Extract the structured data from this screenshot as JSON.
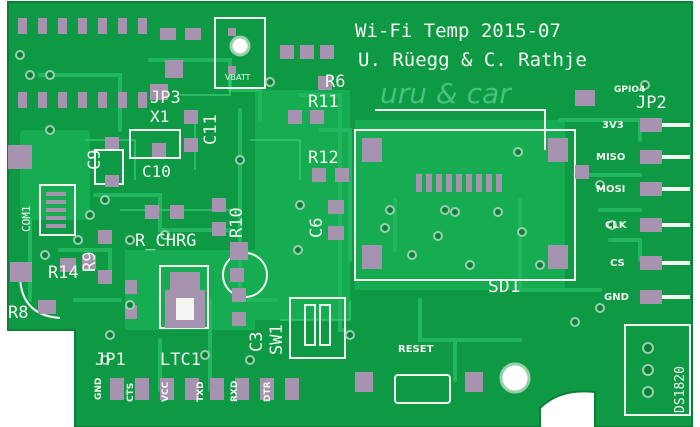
{
  "header": {
    "title": "Wi-Fi Temp 2015-07",
    "authors": "U. Rüegg & C. Rathje",
    "logo_text": "uru & car"
  },
  "labels": {
    "jp3": "JP3",
    "x1": "X1",
    "c11": "C11",
    "c9": "C9",
    "c10": "C10",
    "r6": "R6",
    "r11": "R11",
    "r12": "R12",
    "c6": "C6",
    "r10": "R10",
    "r_chrg": "R_CHRG",
    "r9": "R9",
    "r14": "R14",
    "com1": "COM1",
    "r8": "R8",
    "c3": "C3",
    "sw1": "SW1",
    "jp1": "JP1",
    "ltc1": "LTC1",
    "sd1": "SD1",
    "reset": "RESET",
    "vbatt": "VBATT",
    "gpio4": "GPIO4",
    "jp2": "JP2",
    "ds1820": "DS1820"
  },
  "jp2_pins": [
    "3V3",
    "MISO",
    "MOSI",
    "CLK",
    "CS",
    "GND"
  ],
  "jp1_pins": [
    "GND",
    "CTS",
    "VCC",
    "TXD",
    "RXD",
    "DTR"
  ],
  "colors": {
    "board": "#0e9a45",
    "copper": "#17b457",
    "trace": "#1fa955",
    "pad": "#a593b0",
    "silkscreen": "#f2f7ef",
    "hole": "#ffffff"
  }
}
